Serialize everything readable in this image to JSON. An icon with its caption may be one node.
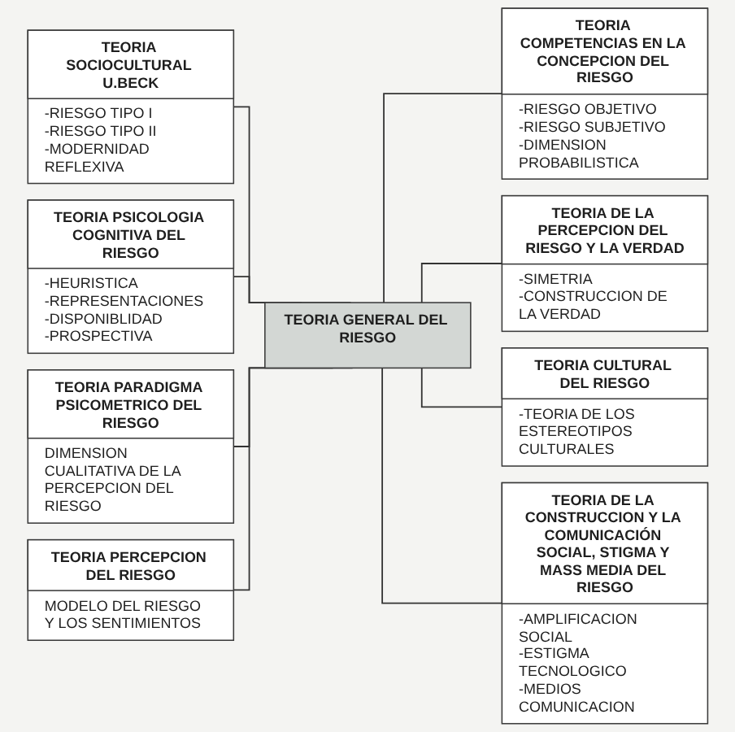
{
  "diagram": {
    "nodes": [
      {
        "text": [
          "TEORIA GENERAL DEL RIESGO"
        ]
      },
      {
        "text": [
          "TEORIA SOCIOCULTURAL U.BECK",
          "-RIESGO TIPO I",
          "-RIESGO TIPO II",
          "-MODERNIDAD REFLEXIVA"
        ]
      },
      {
        "text": [
          "TEORIA COMPETENCIAS EN LA CONCEPCION DEL RIESGO",
          "-RIESGO OBJETIVO",
          "-RIESGO SUBJETIVO",
          "-DIMENSION PROBABILISTICA"
        ]
      },
      {
        "text": [
          "TEORIA PSICOLOGIA COGNITIVA DEL RIESGO",
          "-HEURISTICA",
          "-REPRESENTACIONES",
          "-DISPONIBLIDAD",
          "-PROSPECTIVA"
        ]
      },
      {
        "text": [
          "TEORIA DE LA PERCEPCION DEL RIESGO Y LA VERDAD",
          "-SIMETRIA",
          "-CONSTRUCCION DE LA VERDAD"
        ]
      },
      {
        "text": [
          "TEORIA PARADIGMA PSICOMETRICO DEL RIESGO",
          "DIMENSION CUALITATIVA DE LA PERCEPCION DEL RIESGO"
        ]
      },
      {
        "text": [
          "TEORIA CULTURAL DEL RIESGO",
          "-TEORIA DE LOS ESTEREOTIPOS CULTURALES"
        ]
      },
      {
        "text": [
          "TEORIA PERCEPCION DEL RIESGO",
          "MODELO DEL RIESGO Y LOS SENTIMIENTOS"
        ]
      },
      {
        "text": [
          "TEORIA DE LA CONSTRUCCION Y LA COMUNICACIÓN SOCIAL, STIGMA Y MASS MEDIA DEL RIESGO",
          "-AMPLIFICACION SOCIAL",
          "-ESTIGMA TECNOLOGICO",
          "-MEDIOS COMUNICACION"
        ]
      }
    ],
    "edges": [
      {
        "from": 1,
        "to": 0,
        "arrow": "none"
      },
      {
        "from": 0,
        "to": 2,
        "arrow": "none"
      },
      {
        "from": 3,
        "to": 0,
        "arrow": "none"
      },
      {
        "from": 0,
        "to": 4,
        "arrow": "none"
      },
      {
        "from": 5,
        "to": 0,
        "arrow": "none"
      },
      {
        "from": 0,
        "to": 6,
        "arrow": "none"
      },
      {
        "from": 7,
        "to": 0,
        "arrow": "none"
      },
      {
        "from": 0,
        "to": 8,
        "arrow": "none"
      }
    ]
  }
}
